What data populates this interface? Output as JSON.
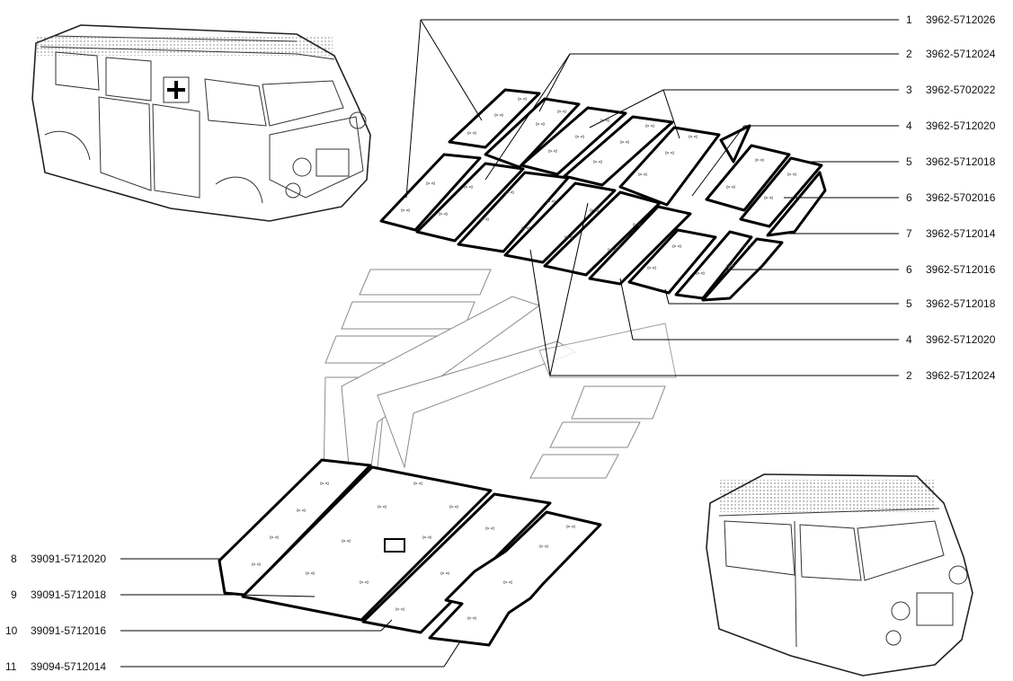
{
  "callouts_right": [
    {
      "num": "1",
      "part": "3962-5712026"
    },
    {
      "num": "2",
      "part": "3962-5712024"
    },
    {
      "num": "3",
      "part": "3962-5702022"
    },
    {
      "num": "4",
      "part": "3962-5712020"
    },
    {
      "num": "5",
      "part": "3962-5712018"
    },
    {
      "num": "6",
      "part": "3962-5702016"
    },
    {
      "num": "7",
      "part": "3962-5712014"
    },
    {
      "num": "6",
      "part": "3962-5712016"
    },
    {
      "num": "5",
      "part": "3962-5712018"
    },
    {
      "num": "4",
      "part": "3962-5712020"
    },
    {
      "num": "2",
      "part": "3962-5712024"
    }
  ],
  "callouts_left": [
    {
      "num": "8",
      "part": "39091-5712020"
    },
    {
      "num": "9",
      "part": "39091-5712018"
    },
    {
      "num": "10",
      "part": "39091-5712016"
    },
    {
      "num": "11",
      "part": "39094-5712014"
    }
  ],
  "pattern_glyph": "⊳⊲",
  "vehicles": [
    "van-body-icon",
    "cab-body-icon"
  ]
}
